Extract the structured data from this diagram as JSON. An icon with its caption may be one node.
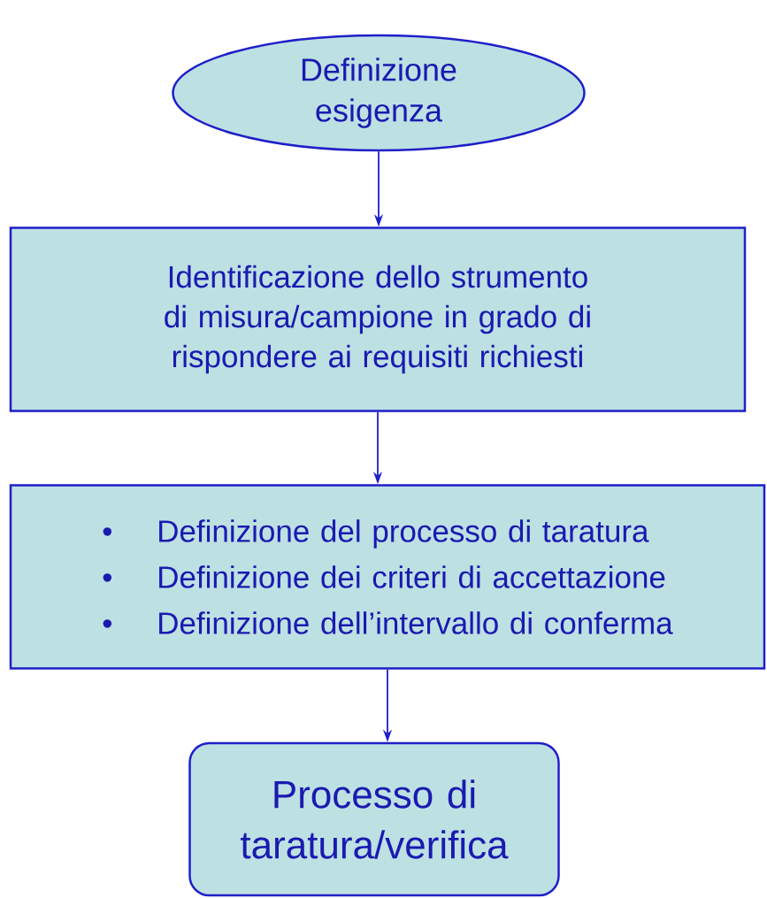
{
  "diagram": {
    "nodes": [
      {
        "text": [
          "Definizione esigenza"
        ]
      },
      {
        "text": [
          "Identificazione dello strumento di misura/campione in grado di rispondere ai requisiti richiesti"
        ]
      },
      {
        "text": [
          "Definizione del processo di taratura",
          "Definizione dei criteri di accettazione",
          "Definizione dell’intervallo di conferma"
        ]
      },
      {
        "text": [
          "Processo di taratura/verifica"
        ]
      }
    ],
    "edges": [
      {
        "from": 0,
        "to": 1,
        "arrow": "to"
      },
      {
        "from": 1,
        "to": 2,
        "arrow": "to"
      },
      {
        "from": 2,
        "to": 3,
        "arrow": "to"
      }
    ],
    "labels": [
      "•",
      "•",
      "•"
    ]
  }
}
